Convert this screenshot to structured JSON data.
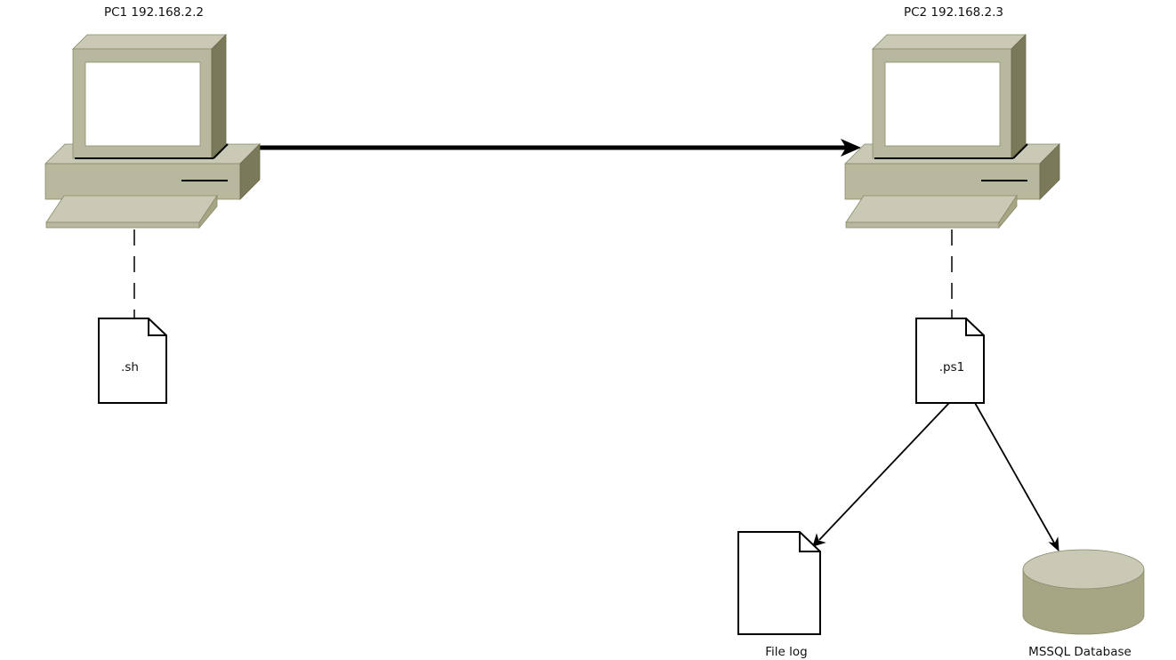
{
  "nodes": {
    "pc1": {
      "label": "PC1 192.168.2.2"
    },
    "pc2": {
      "label": "PC2 192.168.2.3"
    },
    "sh_script": {
      "label": ".sh"
    },
    "ps1_script": {
      "label": ".ps1"
    },
    "file_log": {
      "label": "File log"
    },
    "database": {
      "label": "MSSQL Database"
    }
  },
  "edges": [
    {
      "from": "pc1",
      "to": "pc2",
      "style": "thick-arrow"
    },
    {
      "from": "pc1",
      "to": "sh_script",
      "style": "dashed"
    },
    {
      "from": "pc2",
      "to": "ps1_script",
      "style": "dashed"
    },
    {
      "from": "ps1_script",
      "to": "file_log",
      "style": "arrow"
    },
    {
      "from": "ps1_script",
      "to": "database",
      "style": "arrow"
    }
  ],
  "colors": {
    "computer_light": "#c9c9b5",
    "computer_mid": "#b8b89f",
    "computer_dark": "#7a7a5a",
    "db_top": "#c9c9b5",
    "db_body": "#a6a685",
    "line": "#000000"
  }
}
